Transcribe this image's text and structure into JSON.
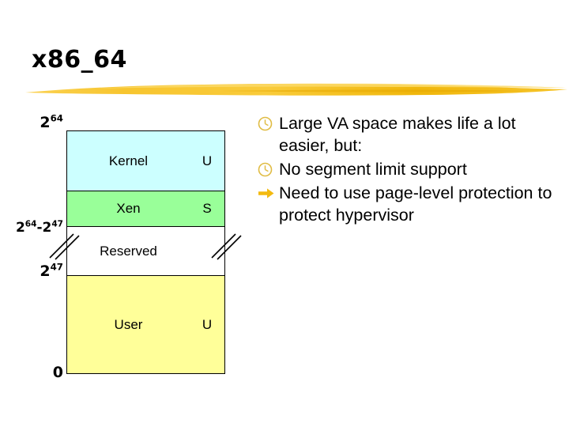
{
  "slide": {
    "title": "x86_64",
    "accent_color": "#f5c32c"
  },
  "diagram": {
    "name": "x86-64-virtual-address-space-layout",
    "mode_legend": {
      "user": "U",
      "supervisor": "S"
    },
    "regions": [
      {
        "label": "Kernel",
        "mode": "U",
        "color": "#ccffff"
      },
      {
        "label": "Xen",
        "mode": "S",
        "color": "#99ff99"
      },
      {
        "label": "Reserved",
        "mode": "",
        "color": "#ffffff"
      },
      {
        "label": "User",
        "mode": "U",
        "color": "#ffff99"
      }
    ],
    "ticks": [
      {
        "id": "top",
        "base": "2",
        "exp": "64",
        "text": "2^64"
      },
      {
        "id": "mid",
        "base": "2",
        "exp": "64-47",
        "text": "2^64-2^47"
      },
      {
        "id": "low",
        "base": "2",
        "exp": "47",
        "text": "2^47"
      },
      {
        "id": "zero",
        "base": "0",
        "exp": "",
        "text": "0"
      }
    ]
  },
  "bullets": [
    {
      "glyph": "clock-icon",
      "glyph_color": "#e8c34a",
      "text": "Large VA space makes life a lot easier, but:"
    },
    {
      "glyph": "clock-icon",
      "glyph_color": "#e8c34a",
      "text": "No segment limit support"
    },
    {
      "glyph": "arrow-right-icon",
      "glyph_color": "#f0b90b",
      "text": "Need to use page-level protection to protect hypervisor"
    }
  ]
}
